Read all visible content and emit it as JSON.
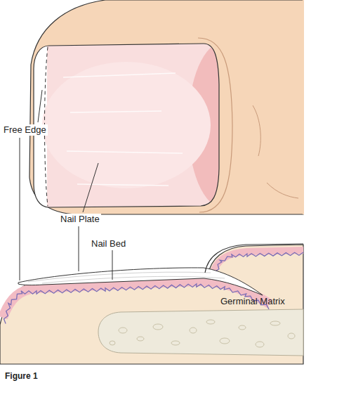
{
  "diagram": {
    "caption": "Figure 1",
    "labels": [
      "Free Edge",
      "Nail Plate",
      "Nail Bed",
      "Germinal Matrix"
    ]
  }
}
